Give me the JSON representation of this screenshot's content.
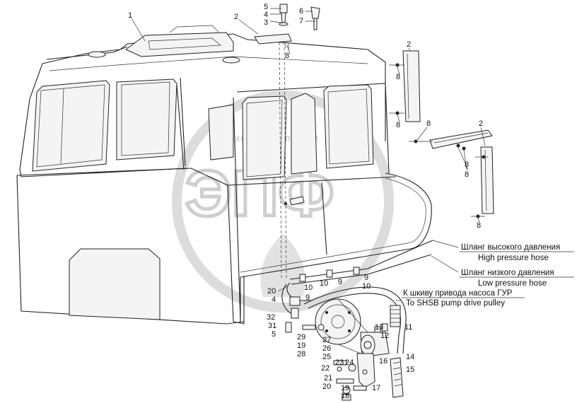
{
  "watermark": {
    "arc_text": "ТЕХНИКА И ЗАПЧАСТИ",
    "letters": "ЭПФ"
  },
  "captions": {
    "high_ru": "Шланг высокого давления",
    "high_en": "High pressure hose",
    "low_ru": "Шланг низкого давления",
    "low_en": "Low pressure hose",
    "pulley_ru": "К шкиву привода насоса ГУР",
    "pulley_en": "To SHSB pump drive pulley"
  },
  "labels": {
    "l1": "1",
    "l2a": "2",
    "l5a": "5",
    "l4a": "4",
    "l3a": "3",
    "l6a": "6",
    "l7a": "7",
    "l2b": "2",
    "l8a": "8",
    "l8b": "8",
    "l8c": "8",
    "l2c": "2",
    "l8d": "8",
    "l8e": "8",
    "l8f": "8",
    "l8g": "8",
    "l10a": "10",
    "l9a": "9",
    "l9b": "9",
    "l10b": "10",
    "l20a": "20",
    "l4b": "4",
    "l10c": "10",
    "l9c": "9",
    "l32": "32",
    "l31": "31",
    "l5b": "5",
    "l29": "29",
    "l19a": "19",
    "l28": "28",
    "l27": "27",
    "l26": "26",
    "l25": "25",
    "l13": "13",
    "l12": "12",
    "l11": "11",
    "l22": "22",
    "l23": "23",
    "l24": "24",
    "l16": "16",
    "l14": "14",
    "l15": "15",
    "l21": "21",
    "l20b": "20",
    "l19b": "19",
    "l17": "17",
    "l18": "18"
  }
}
